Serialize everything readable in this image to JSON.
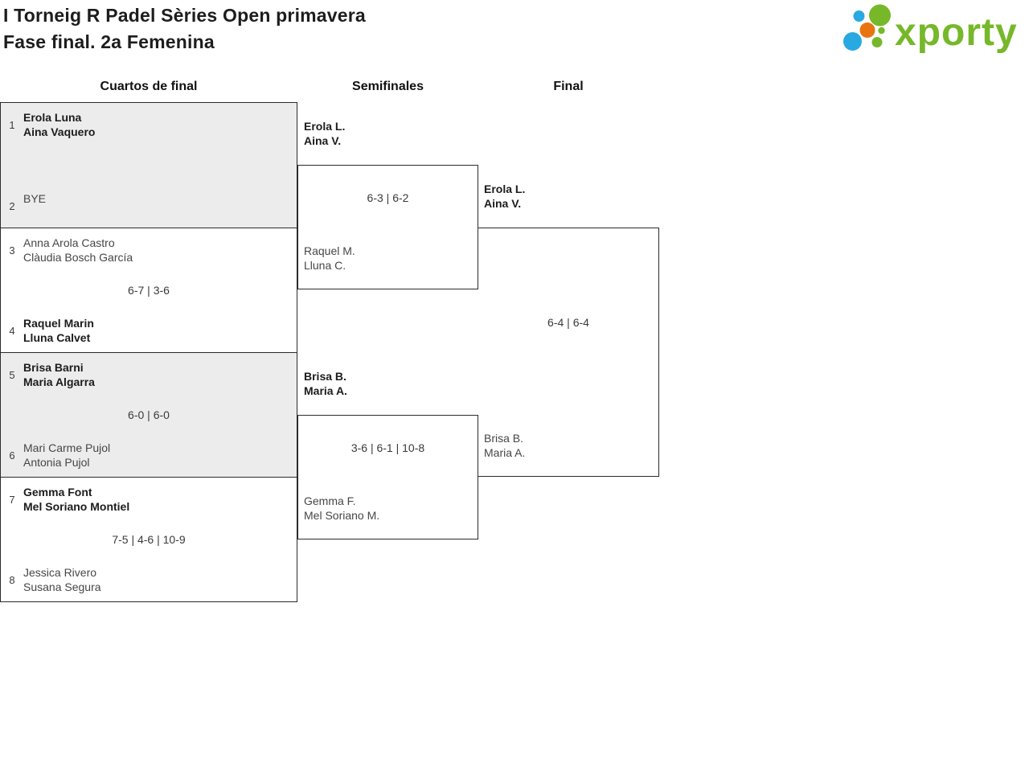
{
  "header": {
    "title_line1": "I Torneig R Padel Sèries Open primavera",
    "title_line2": "Fase final. 2a Femenina"
  },
  "logo": {
    "text": "xporty",
    "colors": {
      "green": "#76b82a",
      "blue": "#29a9e1",
      "orange": "#e87511"
    }
  },
  "columns": [
    {
      "label": "Cuartos de final"
    },
    {
      "label": "Semifinales"
    },
    {
      "label": "Final"
    }
  ],
  "bracket": {
    "quarterfinals": [
      {
        "seed_top": "1",
        "team_top": [
          "Erola Luna",
          "Aina Vaquero"
        ],
        "top_winner": true,
        "score": "",
        "seed_bottom": "2",
        "team_bottom": [
          "BYE"
        ],
        "bottom_winner": false
      },
      {
        "seed_top": "3",
        "team_top": [
          "Anna Arola Castro",
          "Clàudia Bosch García"
        ],
        "top_winner": false,
        "score": "6-7 | 3-6",
        "seed_bottom": "4",
        "team_bottom": [
          "Raquel Marin",
          "Lluna Calvet"
        ],
        "bottom_winner": true
      },
      {
        "seed_top": "5",
        "team_top": [
          "Brisa Barni",
          "Maria Algarra"
        ],
        "top_winner": true,
        "score": "6-0 | 6-0",
        "seed_bottom": "6",
        "team_bottom": [
          "Mari Carme Pujol",
          "Antonia Pujol"
        ],
        "bottom_winner": false
      },
      {
        "seed_top": "7",
        "team_top": [
          "Gemma Font",
          "Mel Soriano Montiel"
        ],
        "top_winner": true,
        "score": "7-5 | 4-6 | 10-9",
        "seed_bottom": "8",
        "team_bottom": [
          "Jessica Rivero",
          "Susana Segura"
        ],
        "bottom_winner": false
      }
    ],
    "semifinals": [
      {
        "team_top": [
          "Erola L.",
          "Aina V."
        ],
        "top_winner": true,
        "score": "6-3 | 6-2",
        "team_bottom": [
          "Raquel M.",
          "Lluna C."
        ],
        "bottom_winner": false
      },
      {
        "team_top": [
          "Brisa B.",
          "Maria A."
        ],
        "top_winner": true,
        "score": "3-6 | 6-1 | 10-8",
        "team_bottom": [
          "Gemma F.",
          "Mel Soriano M."
        ],
        "bottom_winner": false
      }
    ],
    "final": {
      "team_top": [
        "Erola L.",
        "Aina V."
      ],
      "top_winner": true,
      "score": "6-4 | 6-4",
      "team_bottom": [
        "Brisa B.",
        "Maria A."
      ],
      "bottom_winner": false
    }
  }
}
